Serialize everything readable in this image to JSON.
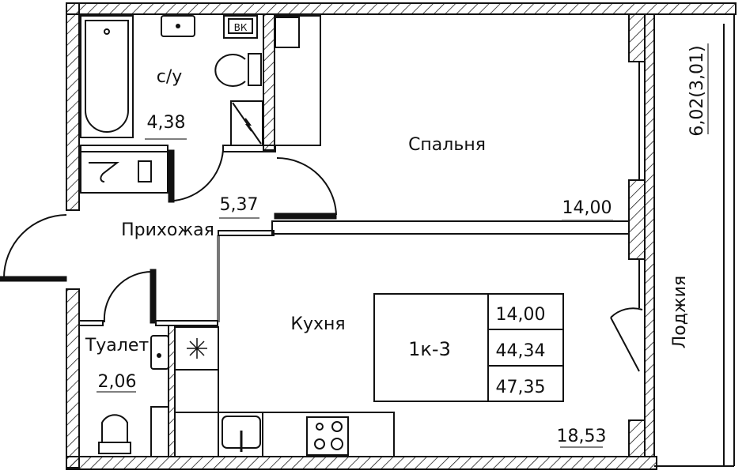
{
  "rooms": {
    "bathroom": {
      "name": "с/у",
      "area": "4,38"
    },
    "bedroom": {
      "name": "Спальня",
      "area": "14,00"
    },
    "hallway": {
      "name": "Прихожая",
      "area": "5,37"
    },
    "kitchen": {
      "name": "Кухня",
      "area": "18,53"
    },
    "toilet": {
      "name": "Туалет",
      "area": "2,06"
    },
    "loggia": {
      "name": "Лоджия",
      "area": "6,02(3,01)"
    }
  },
  "summary": {
    "apartment_type": "1к-3",
    "living_area": "14,00",
    "total_area": "44,34",
    "total_with_loggia": "47,35"
  },
  "fixtures": {
    "meter_box": "ВК"
  }
}
